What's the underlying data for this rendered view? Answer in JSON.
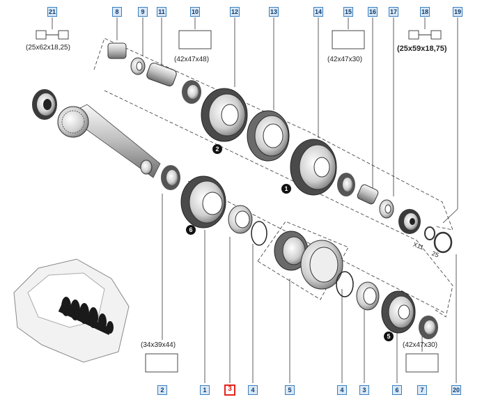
{
  "callouts": {
    "c21": "21",
    "c8": "8",
    "c9": "9",
    "c11": "11",
    "c10": "10",
    "c12": "12",
    "c13": "13",
    "c14": "14",
    "c15": "15",
    "c16": "16",
    "c17": "17",
    "c18": "18",
    "c19": "19",
    "c2": "2",
    "c1": "1",
    "c3": "3",
    "c4a": "4",
    "c5": "5",
    "c4b": "4",
    "c3b": "3",
    "c6": "6",
    "c7": "7",
    "c20": "20"
  },
  "dimensions": {
    "d21": "(25x62x18,25)",
    "d10": "(42x47x48)",
    "d15": "(42x47x30)",
    "d18": "(25x59x18,75)",
    "d2": "(34x39x44)",
    "d7": "(42x47x30)",
    "d19a": "X11",
    "d19b": "25"
  },
  "markers": {
    "m2": "2",
    "m1": "1",
    "m6": "6",
    "m5": "5"
  },
  "colors": {
    "callout_border": "#3a7fbf",
    "callout_fill": "#dbe8f6",
    "selected": "#e32219"
  }
}
